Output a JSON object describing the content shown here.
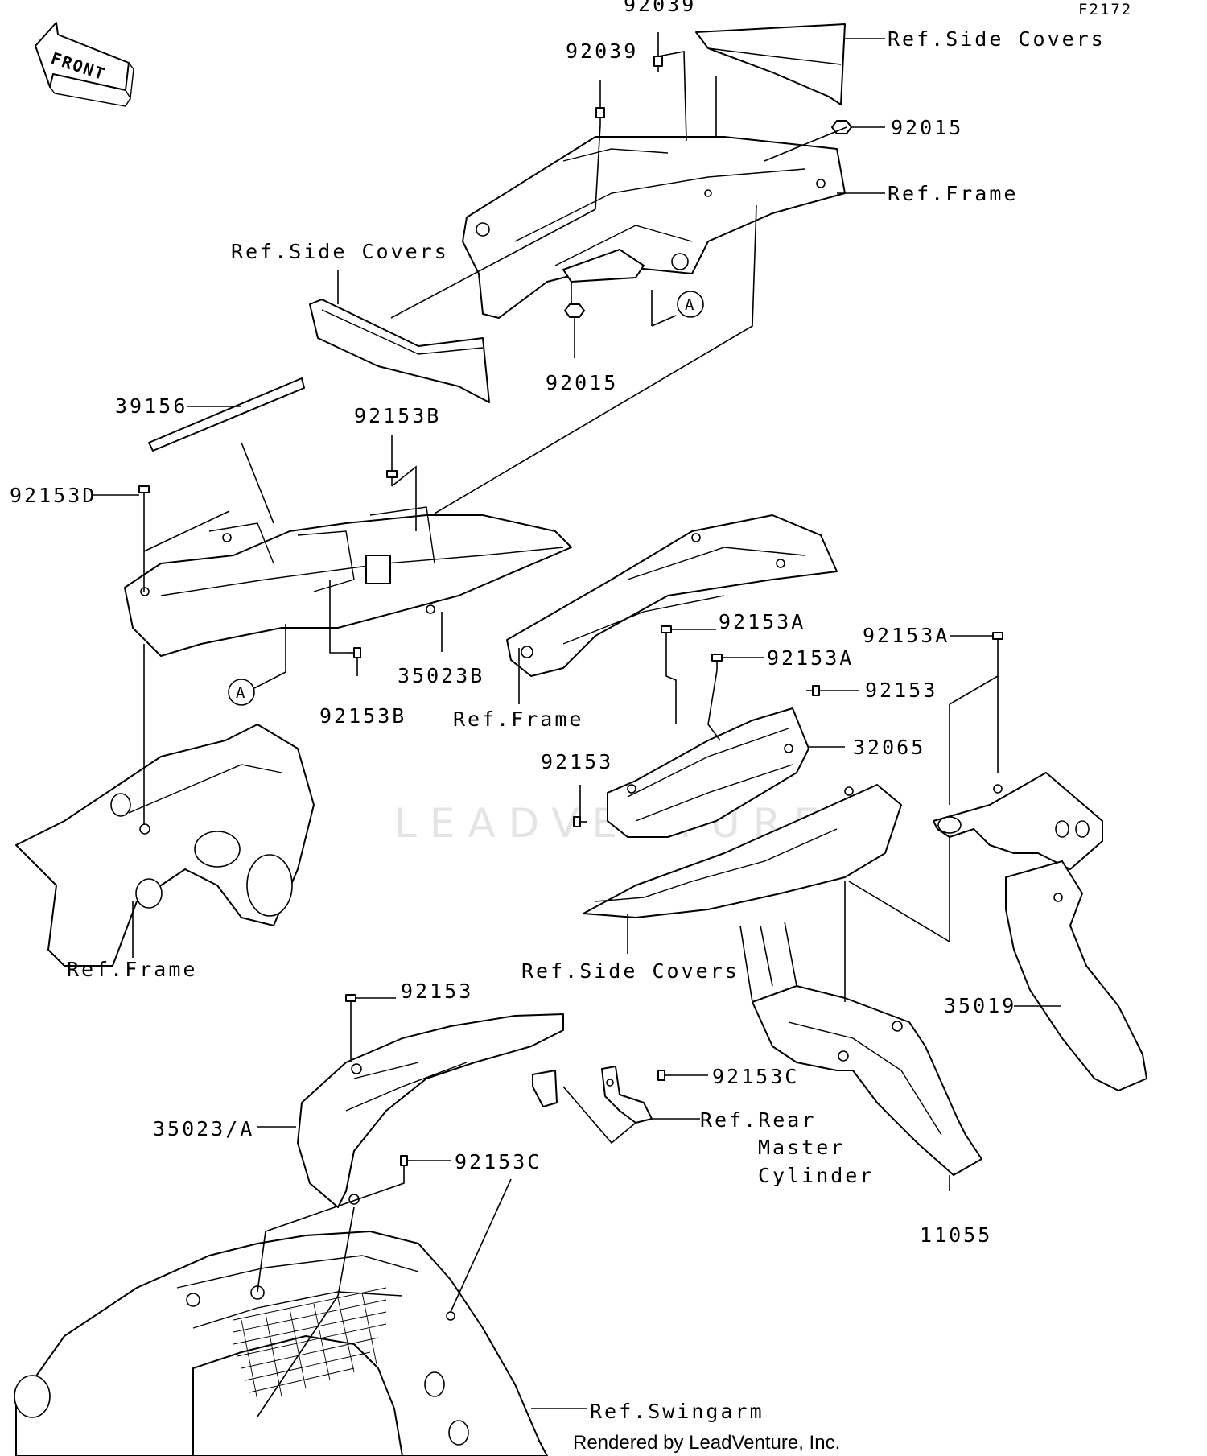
{
  "diagram_code": "F2172",
  "front_arrow_label": "FRONT",
  "watermark": "LEADVENTURE",
  "footer": "Rendered by LeadVenture, Inc.",
  "callout_A": "A",
  "labels": {
    "p92039_top": "92039",
    "p92039_mid": "92039",
    "ref_side_covers_top": "Ref.Side Covers",
    "p92015_right": "92015",
    "ref_frame_top": "Ref.Frame",
    "ref_side_covers_left": "Ref.Side Covers",
    "p92015_bottom": "92015",
    "p39156": "39156",
    "p92153B_top": "92153B",
    "p92153D": "92153D",
    "p35023B": "35023B",
    "p92153B_bottom": "92153B",
    "ref_frame_mid": "Ref.Frame",
    "p92153A_1": "92153A",
    "p92153A_2": "92153A",
    "p92153A_3": "92153A",
    "p92153_1": "92153",
    "p32065": "32065",
    "p92153_2": "92153",
    "ref_frame_left": "Ref.Frame",
    "ref_side_covers_bottom": "Ref.Side Covers",
    "p35019": "35019",
    "p92153_3": "92153",
    "p92153C_1": "92153C",
    "ref_rear_master_1": "Ref.Rear",
    "ref_rear_master_2": "Master",
    "ref_rear_master_3": "Cylinder",
    "p35023A": "35023/A",
    "p92153C_2": "92153C",
    "p11055": "11055",
    "ref_swingarm": "Ref.Swingarm"
  }
}
